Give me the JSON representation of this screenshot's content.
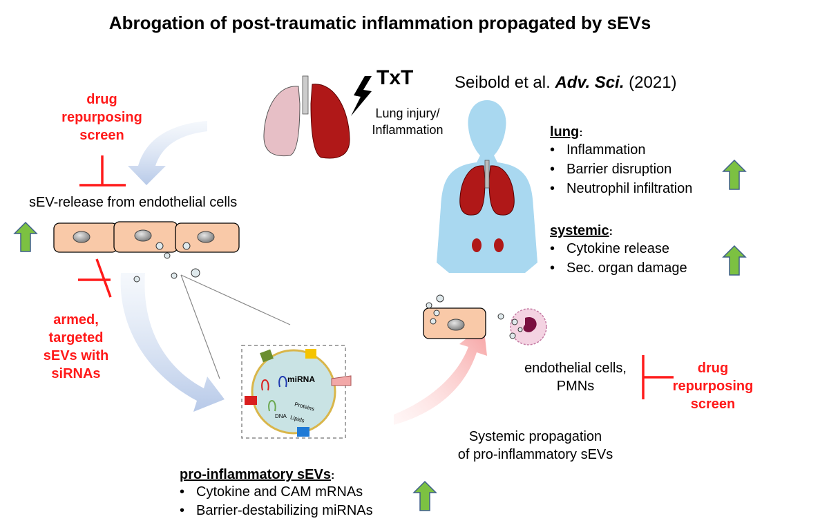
{
  "title": "Abrogation of post-traumatic inflammation propagated by sEVs",
  "citation": {
    "authors": "Seibold et al.",
    "journal": "Adv. Sci.",
    "year": "(2021)"
  },
  "txt": {
    "label": "TxT",
    "injury_line1": "Lung injury/",
    "injury_line2": "Inflammation"
  },
  "left_screen": {
    "line1": "drug",
    "line2": "repurposing",
    "line3": "screen"
  },
  "right_screen": {
    "line1": "drug",
    "line2": "repurposing",
    "line3": "screen"
  },
  "sev_release": "sEV-release from endothelial cells",
  "armed": {
    "line1": "armed,",
    "line2": "targeted",
    "line3": "sEVs with",
    "line4": "siRNAs"
  },
  "vesicle": {
    "mirna": "miRNA",
    "proteins": "Proteins",
    "dna": "DNA",
    "lipids": "Lipids"
  },
  "lung": {
    "header": "lung",
    "colon": ":",
    "items": [
      "Inflammation",
      "Barrier disruption",
      "Neutrophil infiltration"
    ]
  },
  "systemic": {
    "header": "systemic",
    "colon": ":",
    "items": [
      "Cytokine release",
      "Sec. organ damage"
    ]
  },
  "targets": {
    "line1": "endothelial cells,",
    "line2": "PMNs"
  },
  "propagation": {
    "line1": "Systemic propagation",
    "line2": "of pro-inflammatory sEVs"
  },
  "pro_inflammatory": {
    "header": "pro-inflammatory sEVs",
    "colon": ":",
    "items": [
      "Cytokine and CAM mRNAs",
      "Barrier-destabilizing miRNAs"
    ]
  },
  "bullet": "•",
  "colors": {
    "red": "#ff1a1a",
    "green_arrow": "#7cc142",
    "arrow_outline": "#3e5f8a",
    "cell_fill": "#f9c9a8",
    "body_fill": "#a9d8f0",
    "lung_red": "#b01818"
  }
}
